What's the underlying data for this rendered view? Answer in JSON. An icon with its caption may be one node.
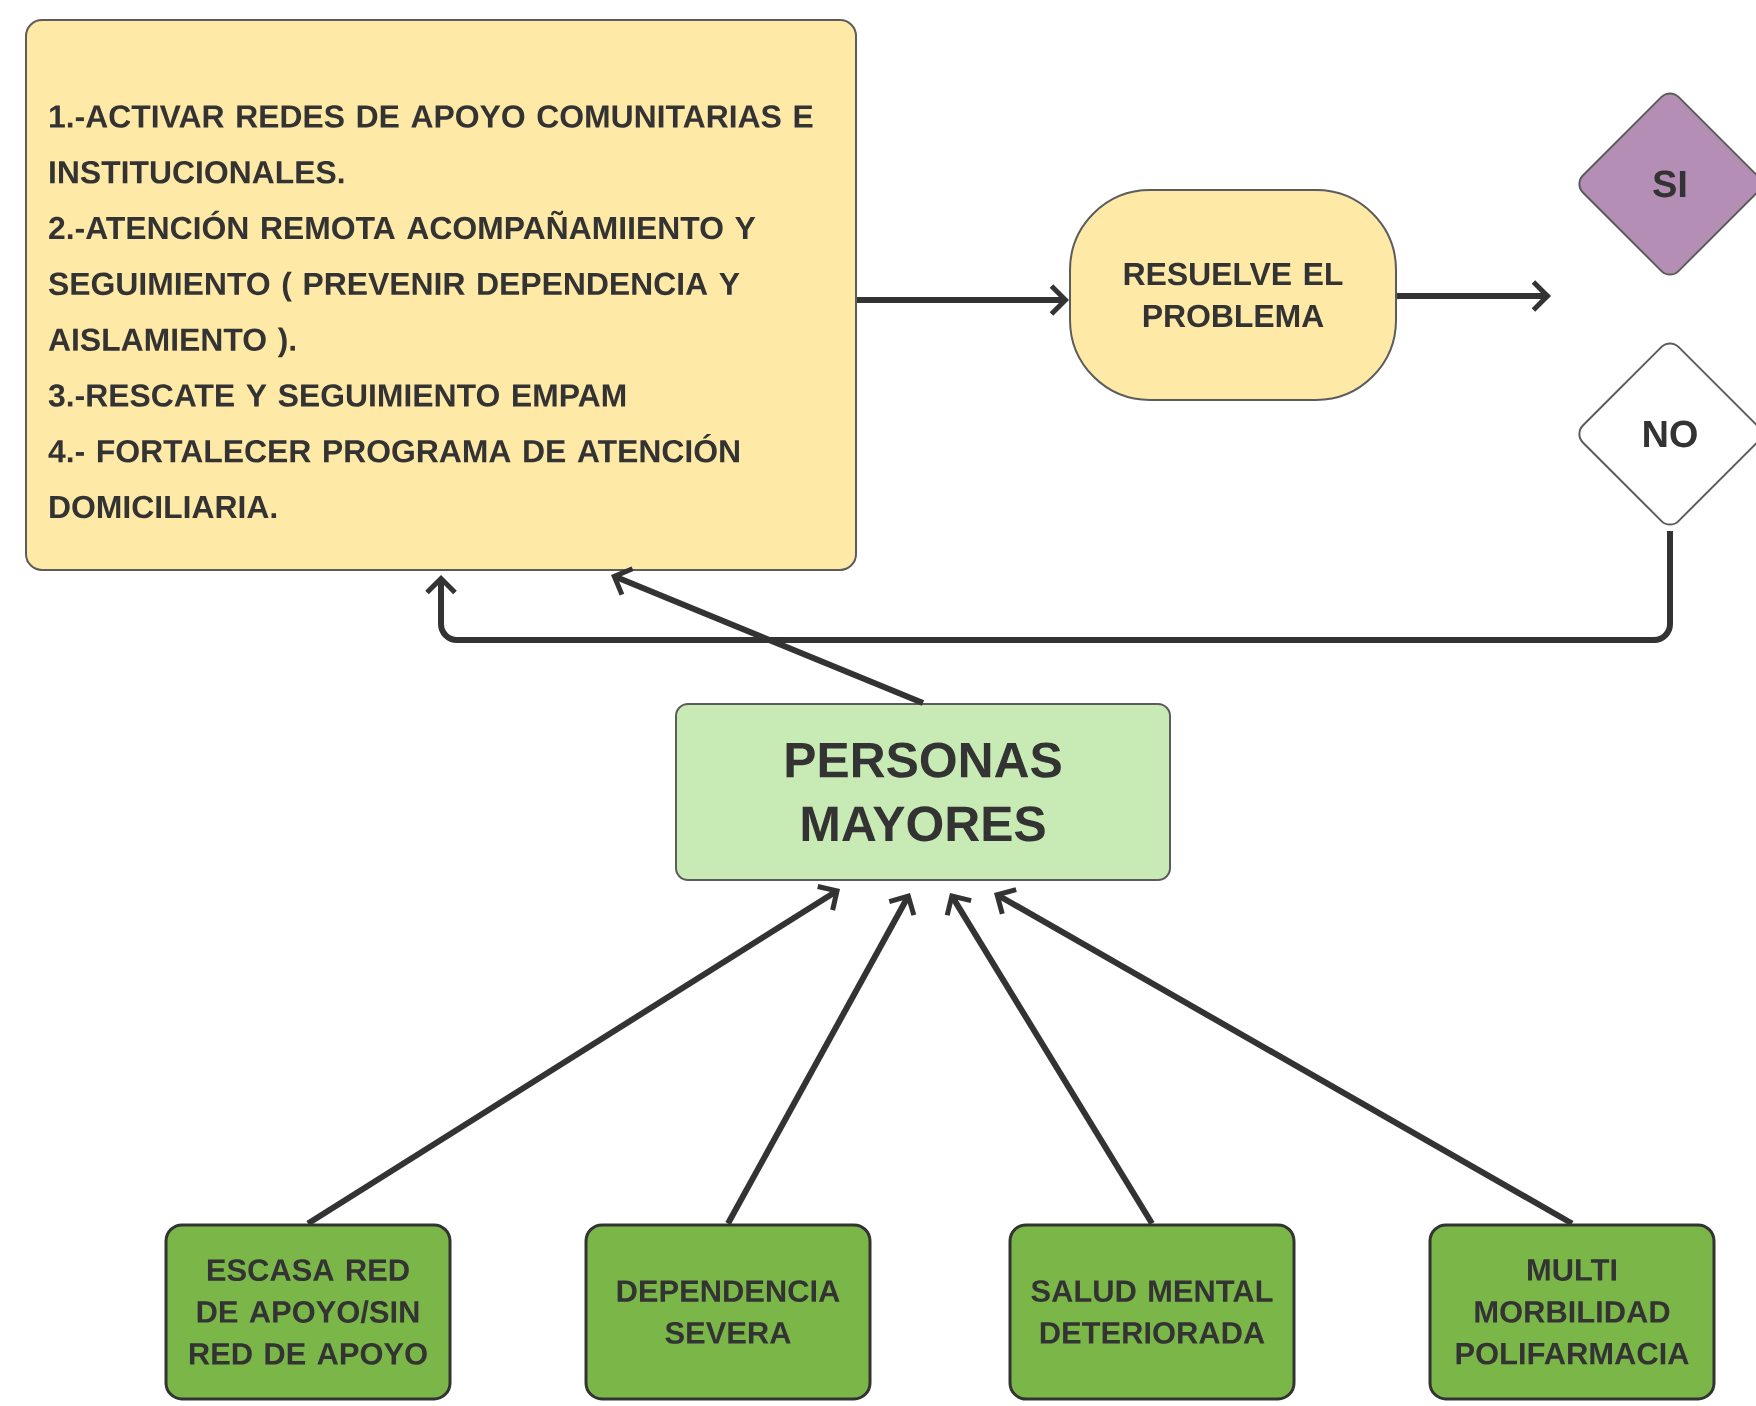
{
  "diagram": {
    "nodes": [
      {
        "text": [
          "1.-ACTIVAR REDES DE APOYO COMUNITARIAS E INSTITUCIONALES.",
          "2.-ATENCIÓN REMOTA ACOMPAÑAMIIENTO Y SEGUIMIENTO ( PREVENIR DEPENDENCIA Y AISLAMIENTO ).",
          "3.-RESCATE Y SEGUIMIENTO EMPAM",
          "4.- FORTALECER PROGRAMA DE ATENCIÓN DOMICILIARIA."
        ]
      },
      {
        "text": [
          "RESUELVE EL PROBLEMA"
        ]
      },
      {
        "text": [
          "SI"
        ]
      },
      {
        "text": [
          "NO"
        ]
      },
      {
        "text": [
          "PERSONAS MAYORES"
        ]
      },
      {
        "text": [
          "ESCASA RED DE APOYO/SIN RED DE APOYO"
        ]
      },
      {
        "text": [
          "DEPENDENCIA SEVERA"
        ]
      },
      {
        "text": [
          "SALUD MENTAL DETERIORADA"
        ]
      },
      {
        "text": [
          "MULTI MORBILIDAD POLIFARMACIA"
        ]
      }
    ],
    "edges": [
      {
        "from": 0,
        "to": 1,
        "arrow": "to"
      },
      {
        "from": 1,
        "to": 2,
        "arrow": "to"
      },
      {
        "from": 3,
        "to": 0,
        "arrow": "to"
      },
      {
        "from": 4,
        "to": 0,
        "arrow": "to"
      },
      {
        "from": 5,
        "to": 4,
        "arrow": "to"
      },
      {
        "from": 6,
        "to": 4,
        "arrow": "to"
      },
      {
        "from": 7,
        "to": 4,
        "arrow": "to"
      },
      {
        "from": 8,
        "to": 4,
        "arrow": "to"
      }
    ]
  }
}
